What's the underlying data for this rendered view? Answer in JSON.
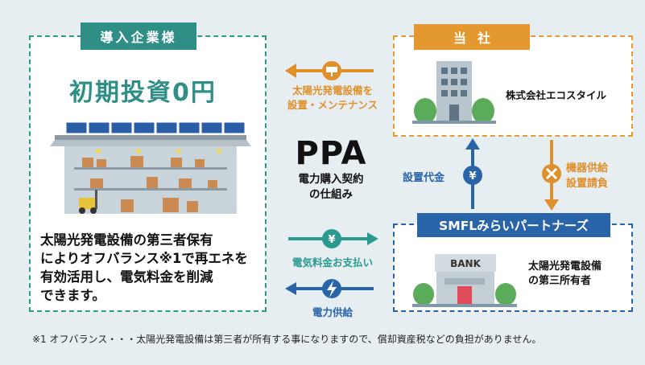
{
  "left_box": {
    "title": "導入企業様",
    "zero_cost": "初期投資0円",
    "description_lines": [
      "太陽光発電設備の第三者保有",
      "によりオフバランス※1で再エネを",
      "有効活用し、電気料金を削減",
      "できます。"
    ]
  },
  "right_top": {
    "title": "当社",
    "company": "株式会社エコスタイル"
  },
  "right_bottom": {
    "title": "SMFLみらいパートナーズ",
    "bank_sign": "BANK",
    "owner_lines": [
      "太陽光発電設備",
      "の第三所有者"
    ]
  },
  "center": {
    "ppa": "PPA",
    "ppa_sub_lines": [
      "電力購入契約",
      "の仕組み"
    ],
    "install_label_lines": [
      "太陽光発電設備を",
      "設置・メンテナンス"
    ],
    "payment_label": "電気料金お支払い",
    "power_label": "電力供給"
  },
  "flows": {
    "install_fee": "設置代金",
    "supply_lines": [
      "機器供給",
      "設置請負"
    ]
  },
  "footnote": "※1 オフバランス・・・太陽光発電設備は第三者が所有する事になりますので、償却資産税などの負担がありません。",
  "colors": {
    "teal": "#2f8f86",
    "orange": "#e3992f",
    "blue": "#2a64a8",
    "background": "#e6eef2"
  },
  "icons": [
    "warehouse-solar-icon",
    "office-building-icon",
    "bank-building-icon",
    "arrow-left-icon",
    "arrow-right-icon",
    "yen-icon",
    "lightning-icon",
    "wrench-icon",
    "solar-panel-icon"
  ]
}
